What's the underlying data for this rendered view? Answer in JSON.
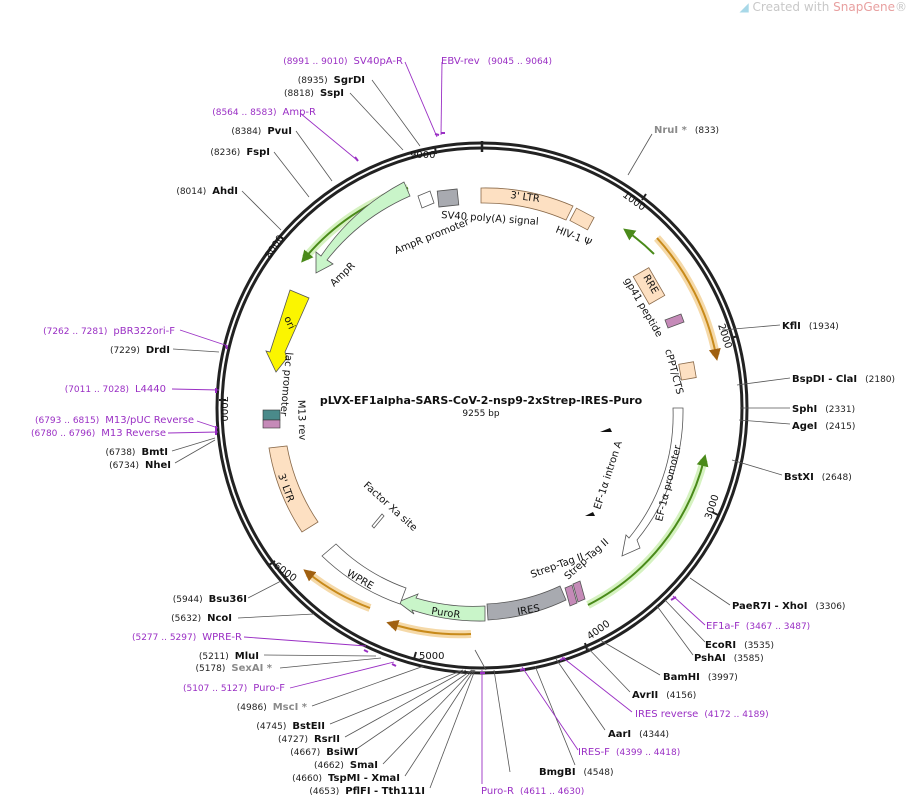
{
  "brand": {
    "prefix": "Created with ",
    "name": "SnapGene",
    "mark": "®"
  },
  "plasmid": {
    "name": "pLVX-EF1alpha-SARS-CoV-2-nsp9-2xStrep-IRES-Puro",
    "size": "9255 bp"
  },
  "ticks": [
    "1000",
    "2000",
    "3000",
    "4000",
    "5000",
    "6000",
    "7000",
    "8000",
    "9000"
  ],
  "features": {
    "ltr5": "3' LTR",
    "hiv": "HIV-1 Ψ",
    "rre": "RRE",
    "gp41": "gp41 peptide",
    "cppt": "cPPT/CTS",
    "ef1a_intron": "EF-1α intron A",
    "ef1a_prom": "EF-1α promoter",
    "strep1": "Strep-Tag II",
    "strep2": "Strep-Tag II",
    "ires": "IRES",
    "puror": "PuroR",
    "wpre": "WPRE",
    "factor": "Factor Xa site",
    "ltr3": "3' LTR",
    "m13": "M13 rev",
    "lac": "lac promoter",
    "ori": "ori",
    "ampr": "AmpR",
    "ampr_prom": "AmpR promoter",
    "sv40": "SV40 poly(A) signal"
  },
  "sites": [
    {
      "name": "NruI *",
      "num": "(833)",
      "gray": true
    },
    {
      "name": "KflI",
      "num": "(1934)"
    },
    {
      "name": "BspDI  -  ClaI",
      "num": "(2180)"
    },
    {
      "name": "SphI",
      "num": "(2331)"
    },
    {
      "name": "AgeI",
      "num": "(2415)"
    },
    {
      "name": "BstXI",
      "num": "(2648)"
    },
    {
      "name": "PaeR7I  -  XhoI",
      "num": "(3306)"
    },
    {
      "name": "EcoRI",
      "num": "(3535)"
    },
    {
      "name": "PshAI",
      "num": "(3585)"
    },
    {
      "name": "BamHI",
      "num": "(3997)"
    },
    {
      "name": "AvrII",
      "num": "(4156)"
    },
    {
      "name": "AarI",
      "num": "(4344)"
    },
    {
      "name": "BmgBI",
      "num": "(4548)"
    },
    {
      "name": "PflFI  -  Tth111I",
      "num": "(4653)"
    },
    {
      "name": "TspMI  -  XmaI",
      "num": "(4660)"
    },
    {
      "name": "SmaI",
      "num": "(4662)"
    },
    {
      "name": "BsiWI",
      "num": "(4667)"
    },
    {
      "name": "RsrII",
      "num": "(4727)"
    },
    {
      "name": "BstEII",
      "num": "(4745)"
    },
    {
      "name": "MscI *",
      "num": "(4986)",
      "gray": true
    },
    {
      "name": "SexAI *",
      "num": "(5178)",
      "gray": true
    },
    {
      "name": "MluI",
      "num": "(5211)"
    },
    {
      "name": "NcoI",
      "num": "(5632)"
    },
    {
      "name": "Bsu36I",
      "num": "(5944)"
    },
    {
      "name": "NheI",
      "num": "(6734)"
    },
    {
      "name": "BmtI",
      "num": "(6738)"
    },
    {
      "name": "DrdI",
      "num": "(7229)"
    },
    {
      "name": "AhdI",
      "num": "(8014)"
    },
    {
      "name": "FspI",
      "num": "(8236)"
    },
    {
      "name": "PvuI",
      "num": "(8384)"
    },
    {
      "name": "SspI",
      "num": "(8818)"
    },
    {
      "name": "SgrDI",
      "num": "(8935)"
    }
  ],
  "primers": [
    {
      "name": "EF1a-F",
      "num": "(3467 .. 3487)"
    },
    {
      "name": "IRES reverse",
      "num": "(4172 .. 4189)"
    },
    {
      "name": "IRES-F",
      "num": "(4399 .. 4418)"
    },
    {
      "name": "Puro-R",
      "num": "(4611 .. 4630)"
    },
    {
      "name": "Puro-F",
      "num": "(5107 .. 5127)"
    },
    {
      "name": "WPRE-R",
      "num": "(5277 .. 5297)"
    },
    {
      "name": "M13 Reverse",
      "num": "(6780 .. 6796)"
    },
    {
      "name": "M13/pUC Reverse",
      "num": "(6793 .. 6815)"
    },
    {
      "name": "L4440",
      "num": "(7011 .. 7028)"
    },
    {
      "name": "pBR322ori-F",
      "num": "(7262 .. 7281)"
    },
    {
      "name": "Amp-R",
      "num": "(8564 .. 8583)"
    },
    {
      "name": "SV40pA-R",
      "num": "(8991 .. 9010)"
    },
    {
      "name": "EBV-rev",
      "num": "(9045 .. 9064)"
    }
  ]
}
